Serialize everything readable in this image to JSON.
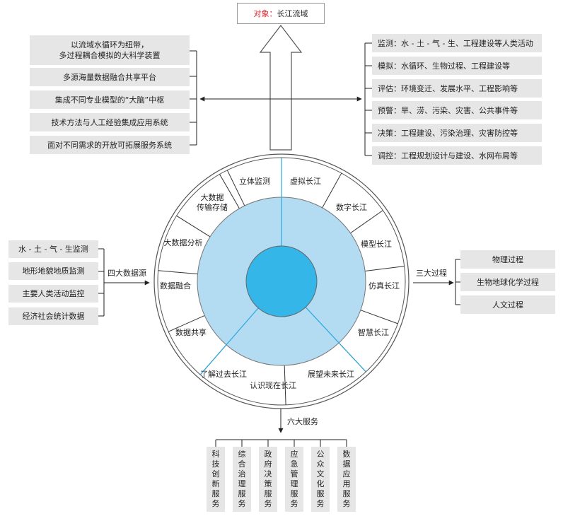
{
  "target": {
    "label": "对象：",
    "value": "长江流域"
  },
  "positioning": [
    "以流域水循环为纽带，\n多过程耦合模拟的大科学装置",
    "多源海量数据融合共享平台",
    "集成不同专业模型的“大脑”中枢",
    "技术方法与人工经验集成应用系统",
    "面对不同需求的开放可拓展服务系统"
  ],
  "functions": [
    "监测：水 - 土 - 气 - 生、工程建设等人类活动",
    "模拟：水循环、生物过程、工程建设等",
    "评估：环境变迁、发展水平、工程影响等",
    "预警：旱、涝、污染、灾害、公共事件等",
    "决策：工程建设、污染治理、灾害防控等",
    "调控：工程规划设计与建设、水网布局等"
  ],
  "data_sources": {
    "label": "四大数据源",
    "items": [
      "水 - 土 - 气 - 生监测",
      "地形地貌地质监测",
      "主要人类活动监控",
      "经济社会统计数据"
    ]
  },
  "processes": {
    "label": "三大过程",
    "items": [
      "物理过程",
      "生物地球化学过程",
      "人文过程"
    ]
  },
  "services": {
    "label": "六大服务",
    "items": [
      "科技创新服务",
      "综合治理服务",
      "政府决策服务",
      "应急管理服务",
      "公众文化服务",
      "数据应用服务"
    ]
  },
  "ring_segments": [
    "立体监测",
    "虚拟长江",
    "数字长江",
    "模型长江",
    "仿真长江",
    "智慧长江",
    "展望未来长江",
    "认识现在长江",
    "了解过去长江",
    "数据共享",
    "数据融合",
    "大数据分析",
    "大数据\n传输存储"
  ],
  "colors": {
    "outer_ring": "#ffffff",
    "middle_ring": "#b3dcf3",
    "inner_core": "#34b6e8",
    "divider_blue": "#29a8e0",
    "box_fill": "#e6e6e6",
    "accent_red": "#e0202a"
  }
}
